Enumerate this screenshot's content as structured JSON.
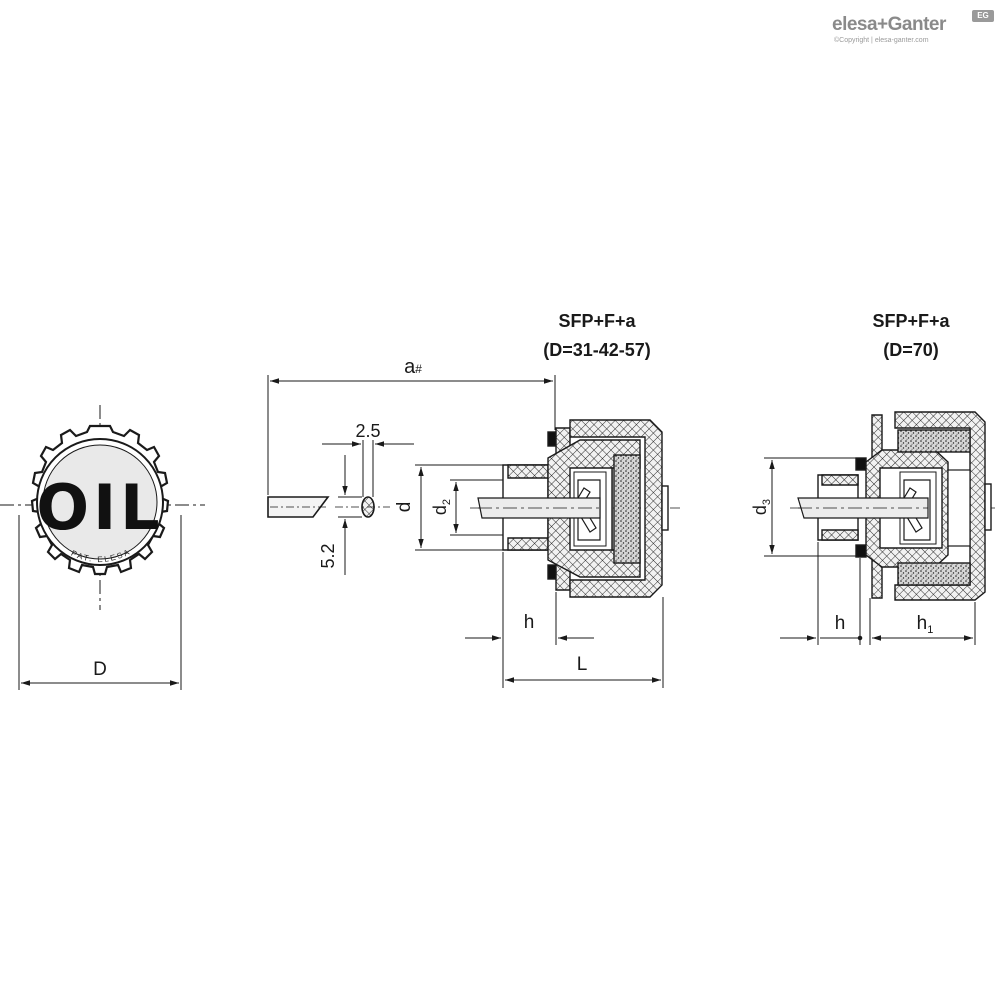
{
  "brand": {
    "name": "elesa+Ganter",
    "copyright": "©Copyright | elesa-ganter.com",
    "badge": "EG"
  },
  "cap_face": {
    "marking": "OIL",
    "ring_text": "PAT. ELESA"
  },
  "views": {
    "left": {
      "title": "SFP+F+a",
      "subtitle": "(D=31-42-57)"
    },
    "right": {
      "title": "SFP+F+a",
      "subtitle": "(D=70)"
    }
  },
  "dimensions": {
    "D": "D",
    "a": "a",
    "a_mark": "#",
    "w25": "2.5",
    "w52": "5.2",
    "d": "d",
    "d2": "d",
    "d2_sub": "2",
    "d3": "d",
    "d3_sub": "3",
    "h_left": "h",
    "L": "L",
    "h_right": "h",
    "h1": "h",
    "h1_sub": "1"
  },
  "colors": {
    "line": "#1a1a1a",
    "hatch_bg": "#f2f2f2",
    "brand_grey": "#8a8a8a"
  }
}
